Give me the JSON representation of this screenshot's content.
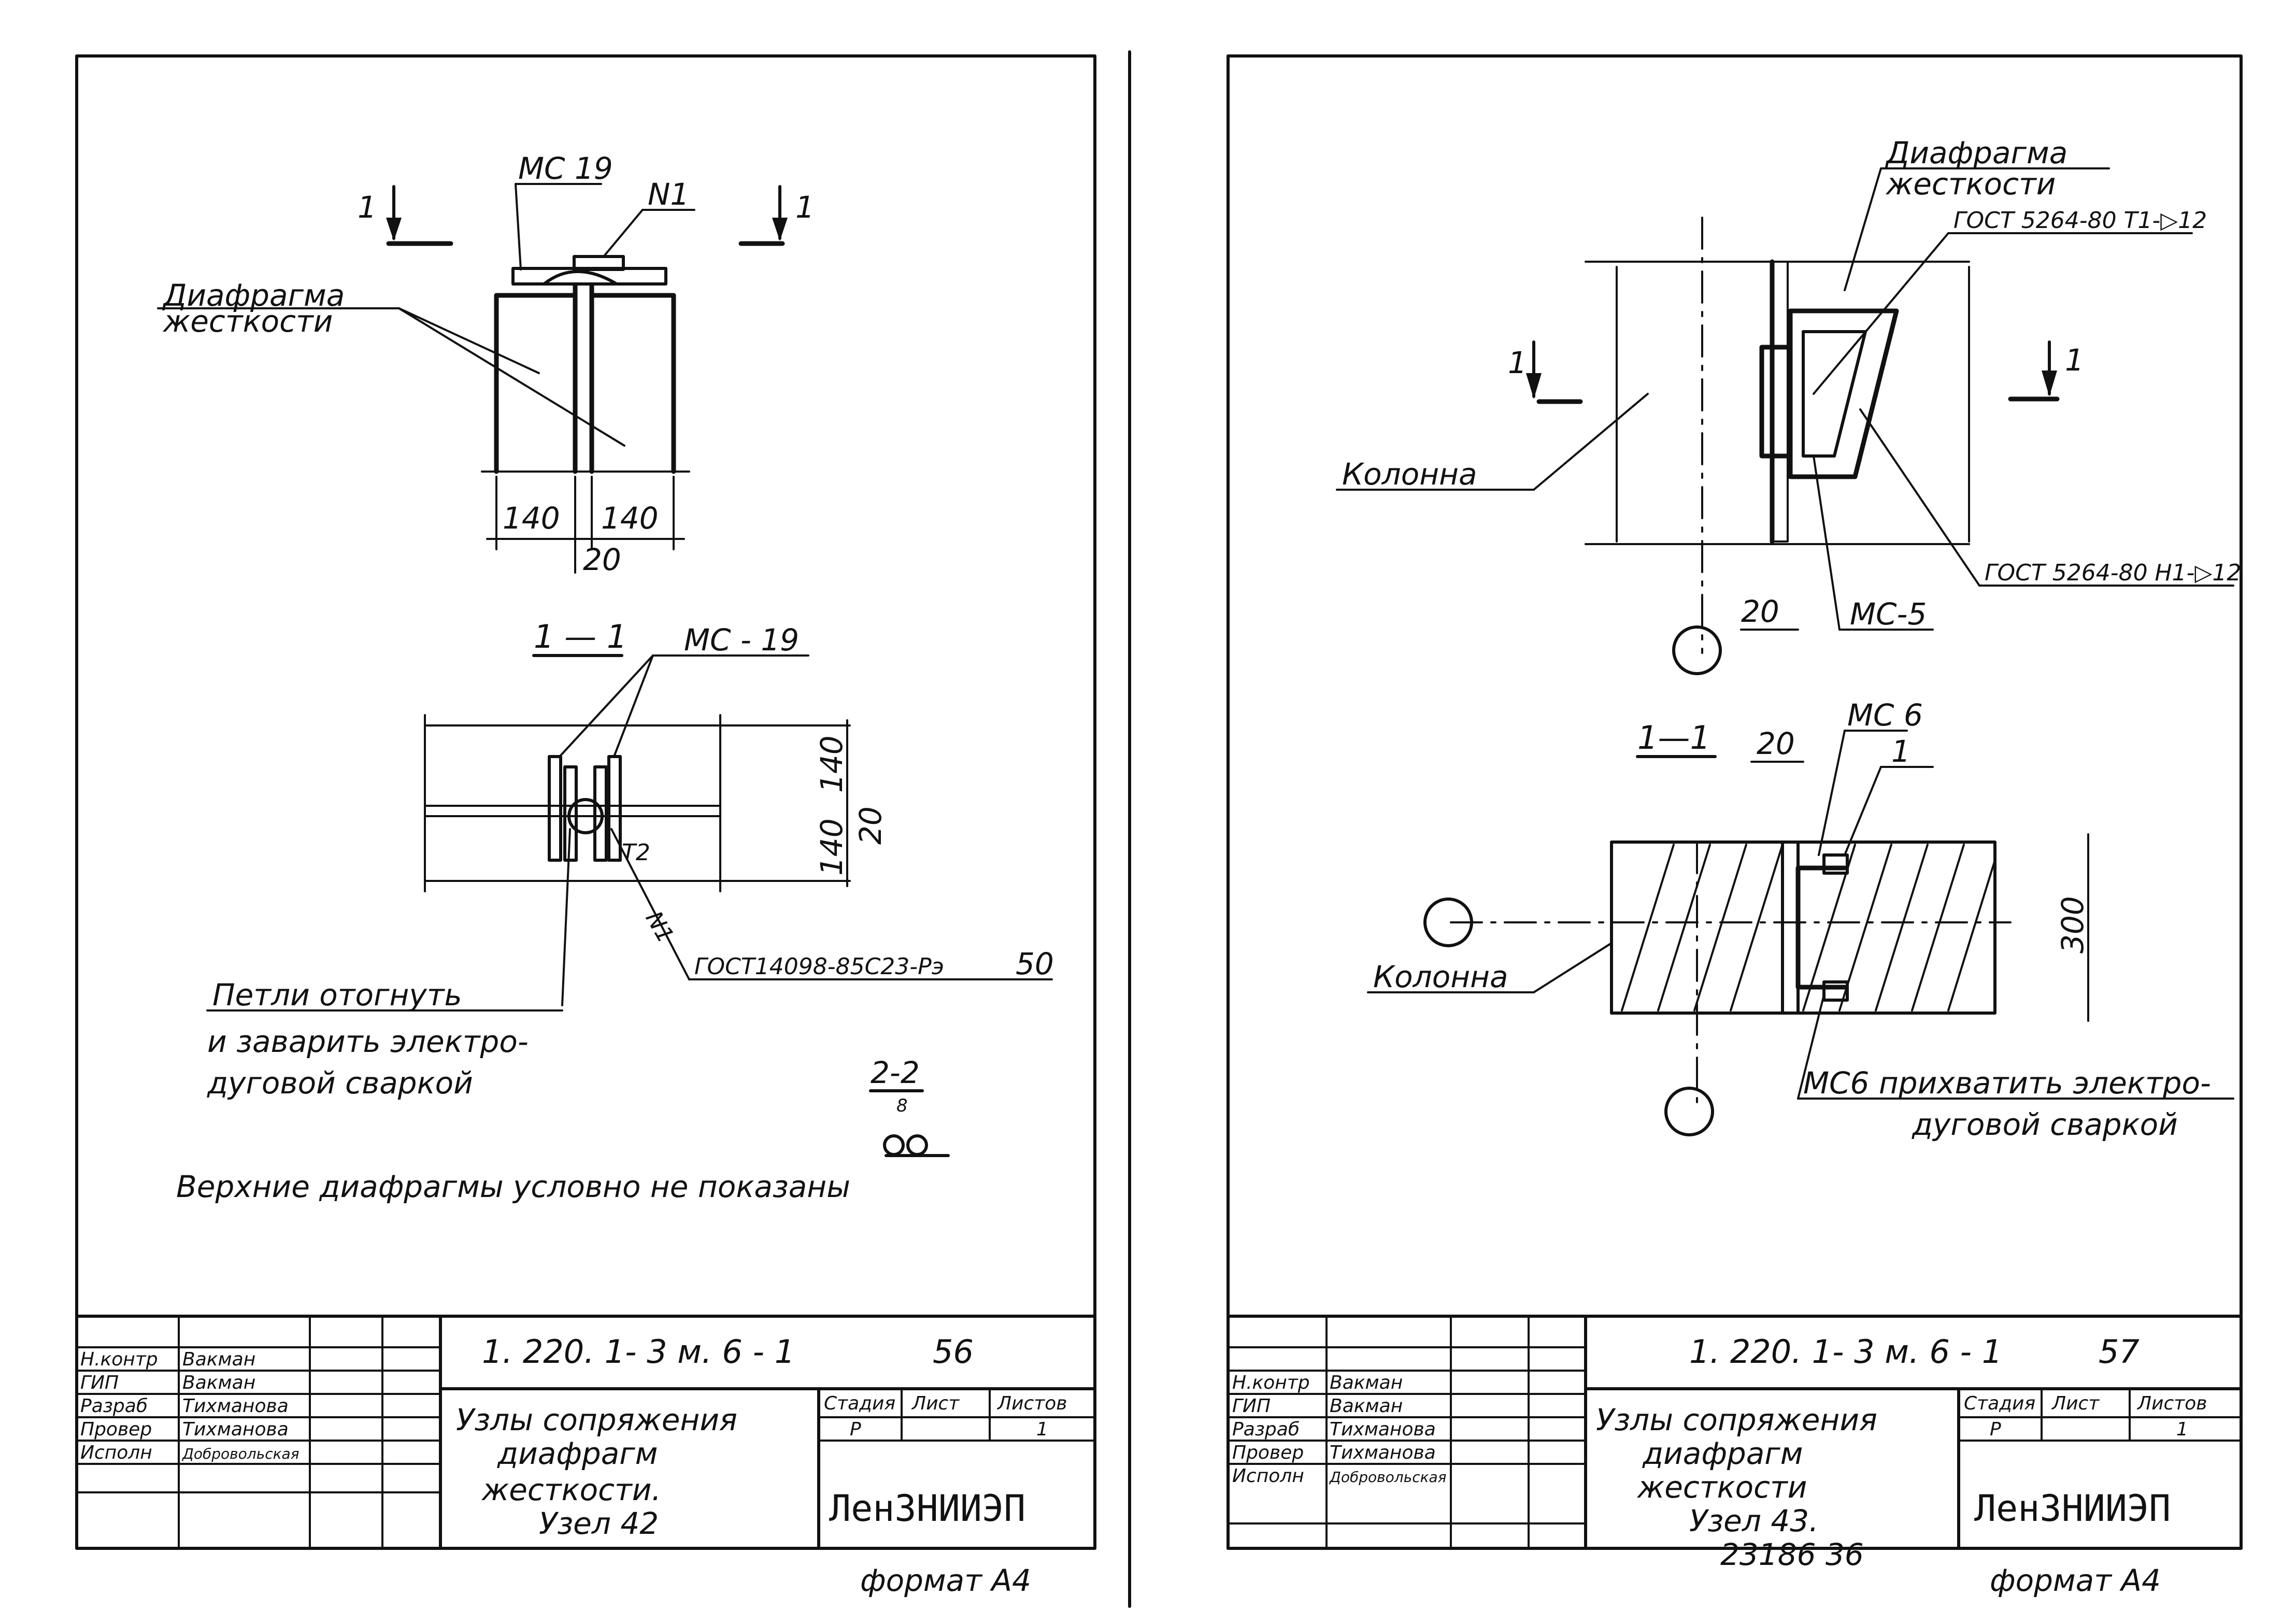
{
  "sheets": [
    {
      "labels": {
        "ms19_top": "МС 19",
        "n1_top": "N1",
        "diafragma": "Диафрагма",
        "zhestkosti": "жесткости",
        "dim_140_left": "140",
        "dim_140_right": "140",
        "dim_20": "20",
        "section_1_1": "1 — 1",
        "ms19_sec": "МС - 19",
        "dim_140_a": "140",
        "dim_140_b": "140",
        "dim_20_b": "20",
        "t2": "T2",
        "n1_sec": "N1",
        "gost": "ГОСТ14098-85С23-Рэ",
        "gost_val": "50",
        "note1": "Петли отогнуть",
        "note2": "и заварить электро-",
        "note3": "дуговой сваркой",
        "section_2_2": "2-2",
        "dim_8": "8",
        "note_bottom": "Верхние диафрагмы условно не показаны",
        "cut_mark_left": "1",
        "cut_mark_right": "1"
      },
      "title_block": {
        "doc_code": "1. 220. 1- 3 м. 6 - 1",
        "page": "56",
        "roles": [
          "Н.контр",
          "ГИП",
          "Разраб",
          "Провер",
          "Исполн"
        ],
        "names": [
          "Вакман",
          "Вакман",
          "Тихманова",
          "Тихманова",
          "Добровольская"
        ],
        "title_lines": [
          "Узлы сопряжения",
          "диафрагм",
          "жесткости.",
          "Узел 42"
        ],
        "stage_label": "Стадия",
        "sheet_label": "Лист",
        "sheets_label": "Листов",
        "stage": "Р",
        "sheets_total": "1",
        "org": "ЛенЗНИИЭП"
      },
      "format": "формат А4"
    },
    {
      "labels": {
        "diafragma": "Диафрагма",
        "zhestkosti": "жесткости",
        "gost_top": "ГОСТ 5264-80 Т1-▷12",
        "kolonna_top": "Колонна",
        "gost_mid": "ГОСТ 5264-80 Н1-▷12",
        "dim_20": "20",
        "ms5": "МС-5",
        "section_1_1": "1—1",
        "dim_20_sec": "20",
        "ms6": "МС 6",
        "pos1": "1",
        "dim_300": "300",
        "kolonna_sec": "Колонна",
        "note1": "МС6 прихватить электро-",
        "note2": "дуговой сваркой",
        "cut_mark_left": "1",
        "cut_mark_right": "1"
      },
      "title_block": {
        "doc_code": "1. 220. 1- 3 м. 6 - 1",
        "page": "57",
        "roles": [
          "Н.контр",
          "ГИП",
          "Разраб",
          "Провер",
          "Исполн"
        ],
        "names": [
          "Вакман",
          "Вакман",
          "Тихманова",
          "Тихманова",
          "Добровольская"
        ],
        "title_lines": [
          "Узлы сопряжения",
          "диафрагм",
          "жесткости",
          "Узел 43."
        ],
        "stage_label": "Стадия",
        "sheet_label": "Лист",
        "sheets_label": "Листов",
        "stage": "Р",
        "sheets_total": "1",
        "org": "ЛенЗНИИЭП"
      },
      "archive_no": "23186   36",
      "format": "формат А4"
    }
  ]
}
